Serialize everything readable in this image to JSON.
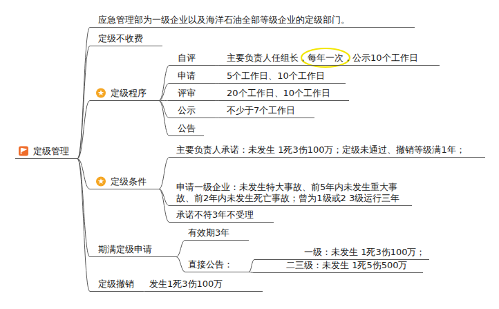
{
  "diagram": {
    "nodes": [
      {
        "text": [
          "定级管理"
        ]
      },
      {
        "text": [
          "应急管理部为一级企业以及海洋石油全部等级企业的定级部门。"
        ]
      },
      {
        "text": [
          "定级不收费"
        ]
      },
      {
        "text": [
          "定级程序"
        ]
      },
      {
        "text": [
          "自评"
        ]
      },
      {
        "text": [
          "主要负责人任组长，每年一次，公示10个工作日"
        ]
      },
      {
        "text": [
          "申请"
        ]
      },
      {
        "text": [
          "5个工作日、10个工作日"
        ]
      },
      {
        "text": [
          "评审"
        ]
      },
      {
        "text": [
          "20个工作日、10个工作日"
        ]
      },
      {
        "text": [
          "公示"
        ]
      },
      {
        "text": [
          "不少于7个工作日"
        ]
      },
      {
        "text": [
          "公告"
        ]
      },
      {
        "text": [
          "定级条件"
        ]
      },
      {
        "text": [
          "主要负责人承诺：未发生 1死3伤100万；定级未通过、撤销等级满1年；"
        ]
      },
      {
        "text": [
          "申请一级企业：未发生特大事故、前5年内未发生重大事故、前2年内未发生死亡事故；曾为1级或2 3级运行三年"
        ]
      },
      {
        "text": [
          "承诺不符3年不受理"
        ]
      },
      {
        "text": [
          "期满定级申请"
        ]
      },
      {
        "text": [
          "有效期3年"
        ]
      },
      {
        "text": [
          "直接公告："
        ]
      },
      {
        "text": [
          "一级：未发生 1死3伤100万；"
        ]
      },
      {
        "text": [
          "二三级：未发生 1死5伤500万"
        ]
      },
      {
        "text": [
          "定级撤销"
        ]
      },
      {
        "text": [
          "发生1死3伤100万"
        ]
      }
    ],
    "edges": [
      {
        "from": 0,
        "to": 1,
        "arrow": "none"
      },
      {
        "from": 0,
        "to": 2,
        "arrow": "none"
      },
      {
        "from": 0,
        "to": 3,
        "arrow": "none"
      },
      {
        "from": 3,
        "to": 4,
        "arrow": "none"
      },
      {
        "from": 4,
        "to": 5,
        "arrow": "none"
      },
      {
        "from": 3,
        "to": 6,
        "arrow": "none"
      },
      {
        "from": 6,
        "to": 7,
        "arrow": "none"
      },
      {
        "from": 3,
        "to": 8,
        "arrow": "none"
      },
      {
        "from": 8,
        "to": 9,
        "arrow": "none"
      },
      {
        "from": 3,
        "to": 10,
        "arrow": "none"
      },
      {
        "from": 10,
        "to": 11,
        "arrow": "none"
      },
      {
        "from": 3,
        "to": 12,
        "arrow": "none"
      },
      {
        "from": 0,
        "to": 13,
        "arrow": "none"
      },
      {
        "from": 13,
        "to": 14,
        "arrow": "none"
      },
      {
        "from": 13,
        "to": 15,
        "arrow": "none"
      },
      {
        "from": 13,
        "to": 16,
        "arrow": "none"
      },
      {
        "from": 0,
        "to": 17,
        "arrow": "none"
      },
      {
        "from": 17,
        "to": 18,
        "arrow": "none"
      },
      {
        "from": 17,
        "to": 19,
        "arrow": "none"
      },
      {
        "from": 19,
        "to": 20,
        "arrow": "none"
      },
      {
        "from": 19,
        "to": 21,
        "arrow": "none"
      },
      {
        "from": 0,
        "to": 22,
        "arrow": "none"
      },
      {
        "from": 22,
        "to": 23,
        "arrow": "none"
      }
    ]
  }
}
